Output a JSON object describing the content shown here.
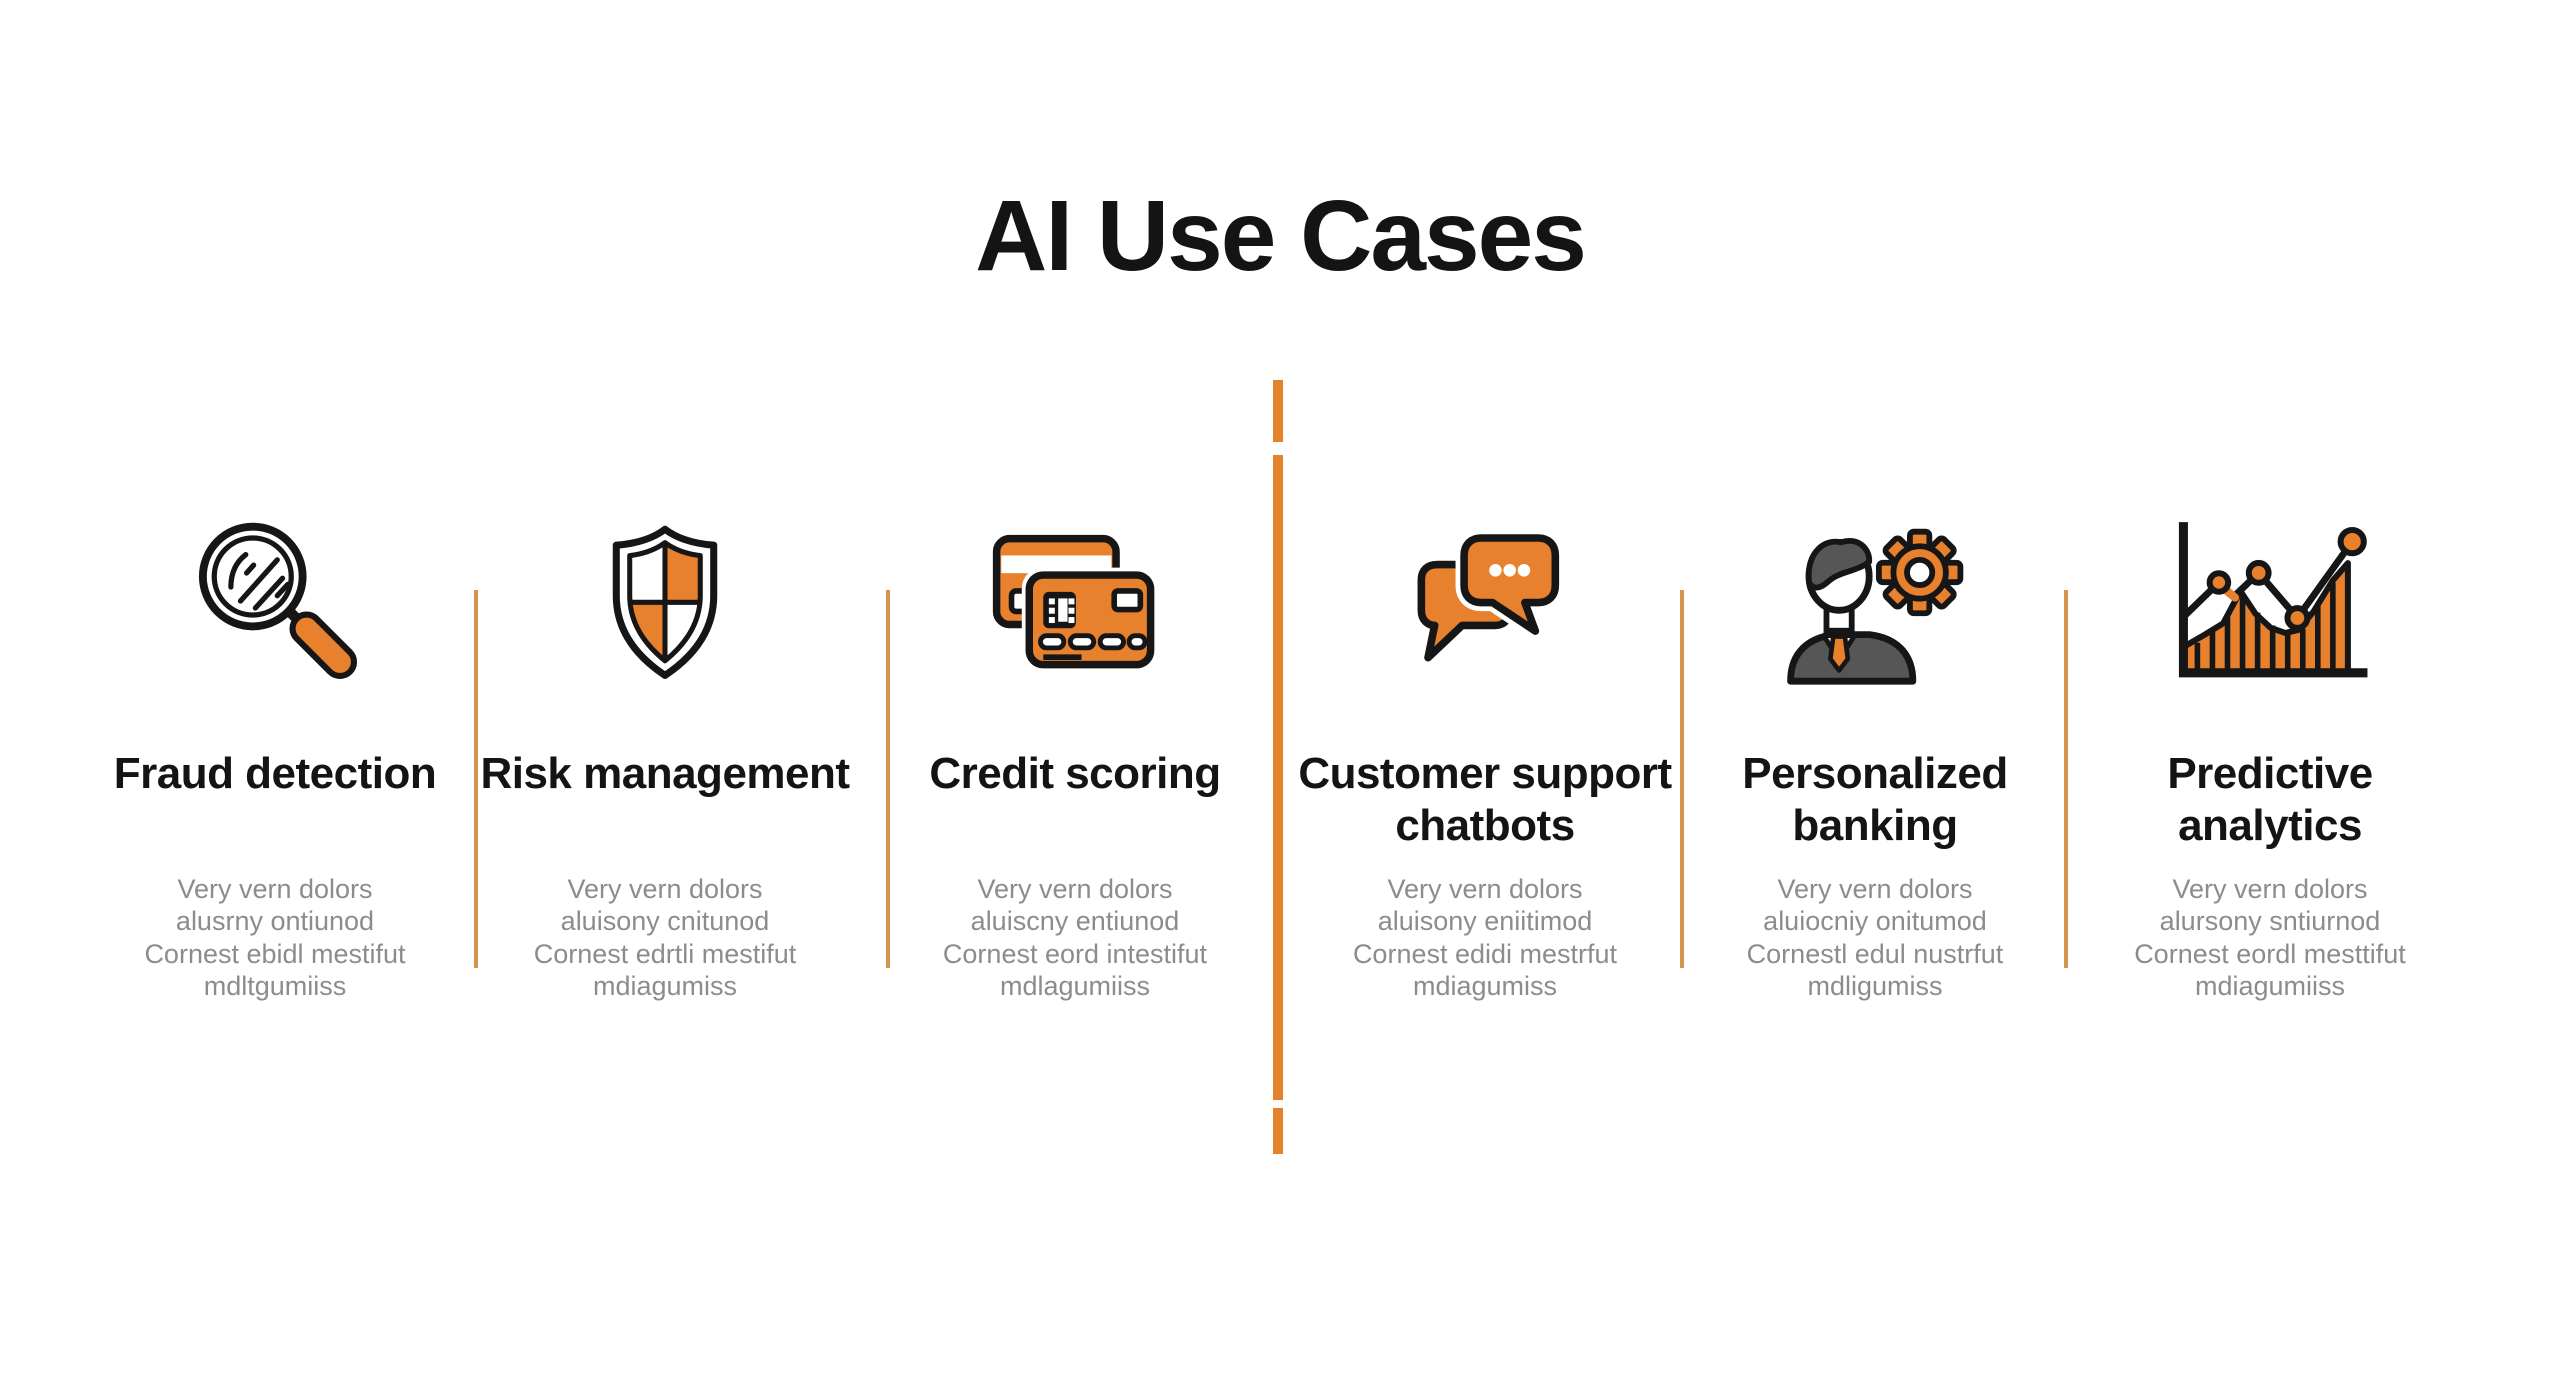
{
  "page": {
    "title": "AI Use Cases"
  },
  "colors": {
    "accent_orange": "#E8812D",
    "divider_thin": "#D6954E",
    "divider_thick": "#E5832D",
    "heading_text": "#141414",
    "body_text": "#8C8C8C",
    "suit_gray": "#565656",
    "outline_black": "#161616"
  },
  "layout": {
    "left_group_count": 3,
    "right_group_count": 3
  },
  "columns": [
    {
      "id": "fraud-detection",
      "icon": "magnifier-icon",
      "title": "Fraud detection",
      "description_lines": [
        "Very vern dolors",
        "alusrny ontiunod",
        "Cornest ebidl mestifut",
        "mdltgumiiss"
      ]
    },
    {
      "id": "risk-management",
      "icon": "shield-icon",
      "title": "Risk management",
      "description_lines": [
        "Very vern dolors",
        "aluisony cnitunod",
        "Cornest edrtli mestifut",
        "mdiagumiss"
      ]
    },
    {
      "id": "credit-scoring",
      "icon": "credit-cards-icon",
      "title": "Credit scoring",
      "description_lines": [
        "Very vern dolors",
        "aluiscny entiunod",
        "Cornest eord intestifut",
        "mdlagumiiss"
      ]
    },
    {
      "id": "customer-support-chatbots",
      "icon": "chat-bubbles-icon",
      "title": "Customer support chatbots",
      "description_lines": [
        "Very vern dolors",
        "aluisony eniitimod",
        "Cornest edidi mestrfut",
        "mdiagumiss"
      ]
    },
    {
      "id": "personalized-banking",
      "icon": "person-gear-icon",
      "title": "Personalized banking",
      "description_lines": [
        "Very vern dolors",
        "aluiocniy onitumod",
        "Cornestl edul nustrfut",
        "mdligumiss"
      ]
    },
    {
      "id": "predictive-analytics",
      "icon": "chart-line-icon",
      "title": "Predictive analytics",
      "description_lines": [
        "Very vern dolors",
        "alursony sntiurnod",
        "Cornest eordl mesttifut",
        "mdiagumiiss"
      ]
    }
  ]
}
